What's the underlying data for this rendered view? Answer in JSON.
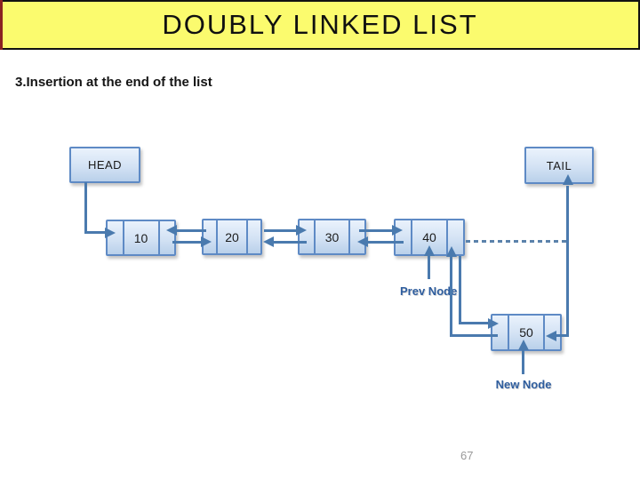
{
  "slide": {
    "title": "DOUBLY LINKED LIST",
    "subtitle": "3.Insertion at the end of the list",
    "page_number": "67"
  },
  "diagram": {
    "head_label": "HEAD",
    "tail_label": "TAIL",
    "nodes": [
      {
        "value": "10"
      },
      {
        "value": "20"
      },
      {
        "value": "30"
      },
      {
        "value": "40"
      }
    ],
    "new_node": {
      "value": "50"
    },
    "annotations": {
      "prev_node": "Prev Node",
      "new_node": "New Node"
    }
  },
  "colors": {
    "title_background": "#fbfb6e",
    "title_border": "#111111",
    "left_accent_red": "#8b2222",
    "node_border": "#5e8ac5",
    "node_fill_top": "#eaf2fc",
    "node_fill_bottom": "#b9d0ea",
    "arrow": "#4a7aae",
    "annotation_text": "#2e5d9e",
    "page_number_text": "#999999"
  }
}
